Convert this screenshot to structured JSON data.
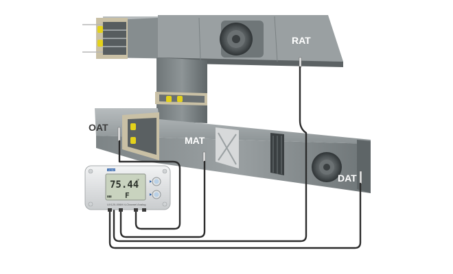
{
  "labels": {
    "oat": "OAT",
    "mat": "MAT",
    "rat": "RAT",
    "dat": "DAT"
  },
  "logger": {
    "brand": "HOBO",
    "reading": "75.44",
    "reading_unit": "°F",
    "sub_reading": "F",
    "model_text": "UX120-006M 4-Channel Analog"
  },
  "colors": {
    "duct": "#8d9496",
    "duct_dark": "#5e6567",
    "cable": "#2b2b2b",
    "logger_body": "#e3e5e7",
    "lcd": "#c9d3bf",
    "label_dark": "#3b3b3b",
    "label_light": "#ffffff",
    "damper_arrow": "#e4d21a"
  },
  "icons": {
    "fan": "fan-icon",
    "damper": "damper-icon",
    "button": "button-icon"
  }
}
